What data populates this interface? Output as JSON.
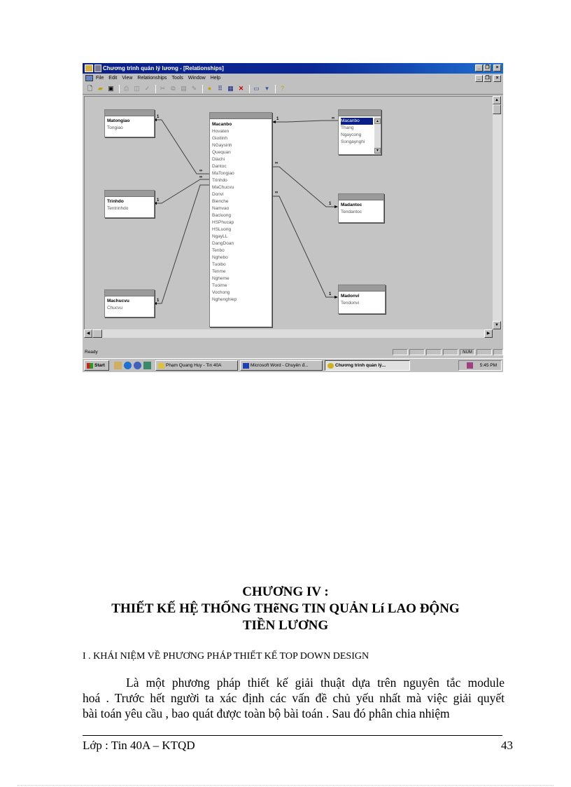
{
  "screenshot": {
    "window_title": "Chương trình quản lý lương - [Relationships]",
    "menu": [
      "File",
      "Edit",
      "View",
      "Relationships",
      "Tools",
      "Window",
      "Help"
    ],
    "window_buttons": {
      "minimize": "_",
      "restore": "❐",
      "close": "×"
    },
    "toolbar_icons": [
      "new-icon",
      "open-icon",
      "save-icon",
      "print-icon",
      "print-preview-icon",
      "spelling-icon",
      "cut-icon",
      "copy-icon",
      "paste-icon",
      "format-painter-icon",
      "show-table-icon",
      "show-direct-icon",
      "show-all-icon",
      "delete-icon",
      "database-window-icon",
      "new-object-icon",
      "help-icon"
    ],
    "tables": [
      {
        "id": "tongiao",
        "fields": [
          {
            "name": "Matongiao",
            "pk": true
          },
          {
            "name": "Tongiao"
          }
        ]
      },
      {
        "id": "trinhdo",
        "fields": [
          {
            "name": "Trinhdo",
            "pk": true
          },
          {
            "name": "Tentrinhdo"
          }
        ]
      },
      {
        "id": "chucvu",
        "fields": [
          {
            "name": "Machucvu",
            "pk": true
          },
          {
            "name": "Chucvu"
          }
        ]
      },
      {
        "id": "canbo",
        "fields": [
          {
            "name": "Macanbo",
            "pk": true
          },
          {
            "name": "Hovaten"
          },
          {
            "name": "Gioitinh"
          },
          {
            "name": "NGaysinh"
          },
          {
            "name": "Quequan"
          },
          {
            "name": "Diachi"
          },
          {
            "name": "Dantoc"
          },
          {
            "name": "MaTongiao"
          },
          {
            "name": "Trinhdo"
          },
          {
            "name": "MaChucvu"
          },
          {
            "name": "Donvi"
          },
          {
            "name": "Bienche"
          },
          {
            "name": "Namvao"
          },
          {
            "name": "Bacluong"
          },
          {
            "name": "HSPhucap"
          },
          {
            "name": "HSLuong"
          },
          {
            "name": "NgayLL"
          },
          {
            "name": "DangDoan"
          },
          {
            "name": "Tenbo"
          },
          {
            "name": "Nghebo"
          },
          {
            "name": "Tuoibo"
          },
          {
            "name": "Tenme"
          },
          {
            "name": "Ngheme"
          },
          {
            "name": "Tuoime"
          },
          {
            "name": "Vochong"
          },
          {
            "name": "Nghenghiep"
          }
        ]
      },
      {
        "id": "chamcong",
        "fields": [
          {
            "name": "Macanbo",
            "selected": true
          },
          {
            "name": "Thang"
          },
          {
            "name": "Ngaycong"
          },
          {
            "name": "Songaynghi"
          }
        ]
      },
      {
        "id": "dantoc",
        "fields": [
          {
            "name": "Madantoc",
            "pk": true
          },
          {
            "name": "Tendantoc"
          }
        ]
      },
      {
        "id": "donvi",
        "fields": [
          {
            "name": "Madonvi",
            "pk": true
          },
          {
            "name": "Tendonvi"
          }
        ]
      }
    ],
    "relationship_labels": {
      "one": "1",
      "many": "∞"
    },
    "status": {
      "text": "Ready",
      "num": "NUM"
    },
    "taskbar": {
      "start": "Start",
      "tasks": [
        "Phạm Quang Huy - Tin 40A",
        "Microsoft Word - Chuyên đ...",
        "Chương trình quản lý..."
      ],
      "clock": "5:45 PM"
    }
  },
  "document": {
    "chapter_number": "CHƯƠNG IV :",
    "chapter_title_line1": "THIẾT  KẾ HỆ THỐNG THẽNG TIN QUẢN Lí LAO ĐỘNG",
    "chapter_title_line2": "TIỀN  LƯƠNG",
    "section_heading": "I . KHÁI NIỆM VỀ PHƯƠNG PHÁP THIẾT KẾ TOP DOWN DESIGN",
    "paragraph_lines": [
      "Là một phương pháp thiết  kế giải  thuật  dựa trên nguyên  tắc module",
      "hoá . Trước hết người ta xác định các vấn đề chủ yếu nhất mà việc giải  quyết",
      "bài toán yêu  cầu , bao quát được toàn bộ bài toán . Sau đó phân chia nhiệm"
    ],
    "footer_left": "Lớp : Tin 40A – KTQD",
    "page_number": "43"
  }
}
